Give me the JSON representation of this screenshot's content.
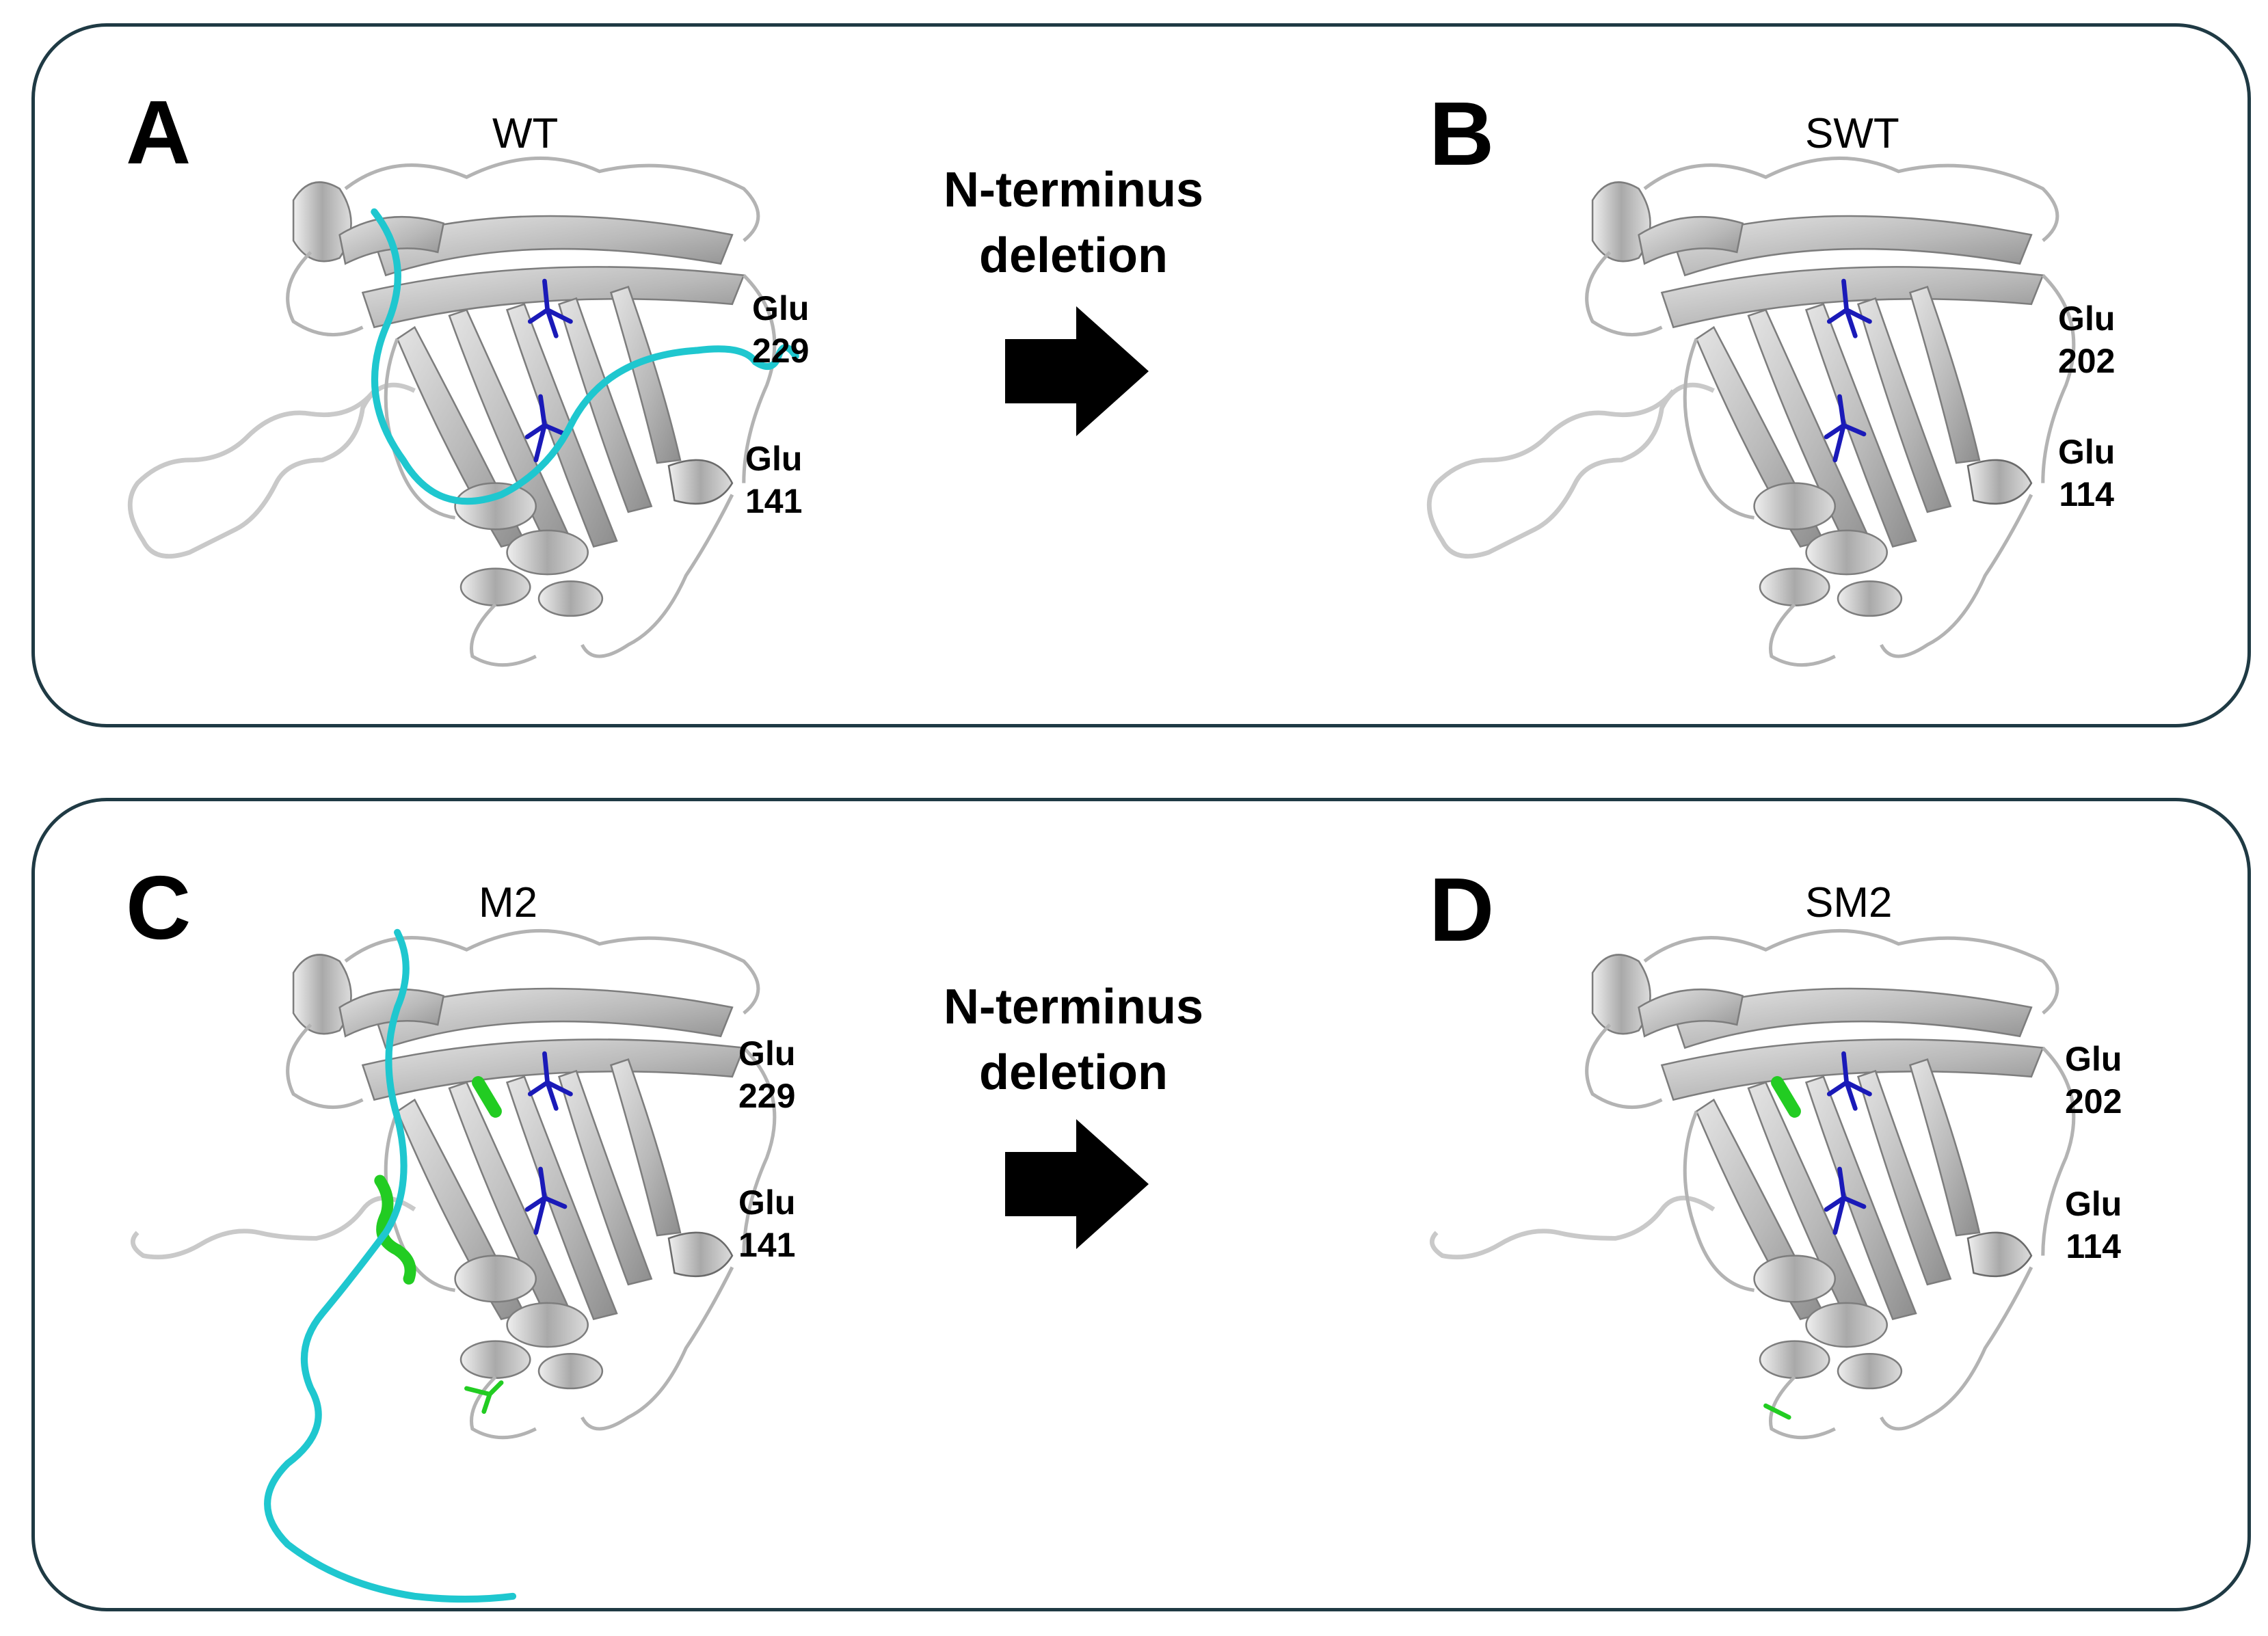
{
  "colors": {
    "frame_border": "#1f3a44",
    "protein_ribbon": "#c8c8c8",
    "protein_shadow": "#8a8a8a",
    "n_terminus": "#1fc7cf",
    "catalytic_residue": "#1a1ab8",
    "mutation_site": "#22cc22",
    "arrow": "#000000"
  },
  "transition": {
    "line1": "N-terminus",
    "line2": "deletion"
  },
  "panels": {
    "A": {
      "letter": "A",
      "title": "WT",
      "glu_top_name": "Glu",
      "glu_top_num": "229",
      "glu_bottom_name": "Glu",
      "glu_bottom_num": "141"
    },
    "B": {
      "letter": "B",
      "title": "SWT",
      "glu_top_name": "Glu",
      "glu_top_num": "202",
      "glu_bottom_name": "Glu",
      "glu_bottom_num": "114"
    },
    "C": {
      "letter": "C",
      "title": "M2",
      "glu_top_name": "Glu",
      "glu_top_num": "229",
      "glu_bottom_name": "Glu",
      "glu_bottom_num": "141"
    },
    "D": {
      "letter": "D",
      "title": "SM2",
      "glu_top_name": "Glu",
      "glu_top_num": "202",
      "glu_bottom_name": "Glu",
      "glu_bottom_num": "114"
    }
  }
}
